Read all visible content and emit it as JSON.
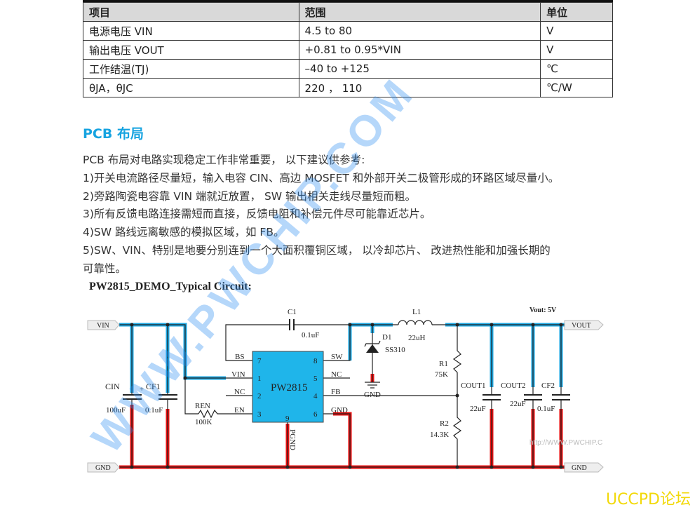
{
  "spec_table": {
    "headers": [
      "项目",
      "范围",
      "单位"
    ],
    "rows": [
      [
        "电源电压 VIN",
        "4.5 to 80",
        "V"
      ],
      [
        "输出电压 VOUT",
        "+0.81 to 0.95*VIN",
        "V"
      ],
      [
        "工作结温(TJ)",
        "–40 to +125",
        "℃"
      ],
      [
        "θJA，θJC",
        "220 ， 110",
        "℃/W"
      ]
    ]
  },
  "section_title": "PCB 布局",
  "paragraphs": [
    "PCB 布局对电路实现稳定工作非常重要，  以下建议供参考:",
    "1)开关电流路径尽量短，输入电容 CIN、高边 MOSFET 和外部开关二极管形成的环路区域尽量小。",
    "2)旁路陶瓷电容靠 VIN 端就近放置，  SW 输出相关走线尽量短而粗。",
    "3)所有反馈电路连接需短而直接，反馈电阻和补偿元件尽可能靠近芯片。",
    "4)SW 路线远离敏感的模拟区域，如 FB。",
    "5)SW、VIN、特别是地要分别连到一个大面积覆铜区域，  以冷却芯片、 改进热性能和加强长期的",
    "可靠性。"
  ],
  "circuit": {
    "title": "PW2815_DEMO_Typical Circuit:",
    "vout_note": "Vout:  5V",
    "ports": {
      "vin": "VIN",
      "gnd_left": "GND",
      "vout": "VOUT",
      "gnd_right": "GND"
    },
    "ic": {
      "name": "PW2815",
      "pins_left": [
        {
          "label": "BS",
          "num": "7"
        },
        {
          "label": "VIN",
          "num": "1"
        },
        {
          "label": "NC",
          "num": "2"
        },
        {
          "label": "EN",
          "num": "3"
        }
      ],
      "pins_right": [
        {
          "label": "SW",
          "num": "8"
        },
        {
          "label": "NC",
          "num": "5"
        },
        {
          "label": "FB",
          "num": "4"
        },
        {
          "label": "GND",
          "num": "6"
        }
      ],
      "bottom_pin": {
        "label": "PGND",
        "num": "9"
      }
    },
    "components": {
      "c1": {
        "ref": "C1",
        "value": "0.1uF"
      },
      "cin": {
        "ref": "CIN",
        "value": "100uF",
        "polarity": "+"
      },
      "cf1": {
        "ref": "CF1",
        "value": "0.1uF"
      },
      "ren": {
        "ref": "REN",
        "value": "100K"
      },
      "d1": {
        "ref": "D1",
        "value": "SS310",
        "gnd": "GND"
      },
      "l1": {
        "ref": "L1",
        "value": "22uH"
      },
      "r1": {
        "ref": "R1",
        "value": "75K"
      },
      "r2": {
        "ref": "R2",
        "value": "14.3K"
      },
      "cout1": {
        "ref": "COUT1",
        "value": "22uF"
      },
      "cout2": {
        "ref": "COUT2",
        "value": "22uF"
      },
      "cf2": {
        "ref": "CF2",
        "value": "0.1uF"
      }
    },
    "watermark": "WWW.PWCHIP.COM",
    "url_stamp": "http://WWW.PWCHIP.C",
    "colors": {
      "vin_net": "#1ea7e1",
      "gnd_net": "#e81010",
      "ic_fill": "#1fb5ea"
    }
  },
  "forum_brand": "UCCPD论坛"
}
